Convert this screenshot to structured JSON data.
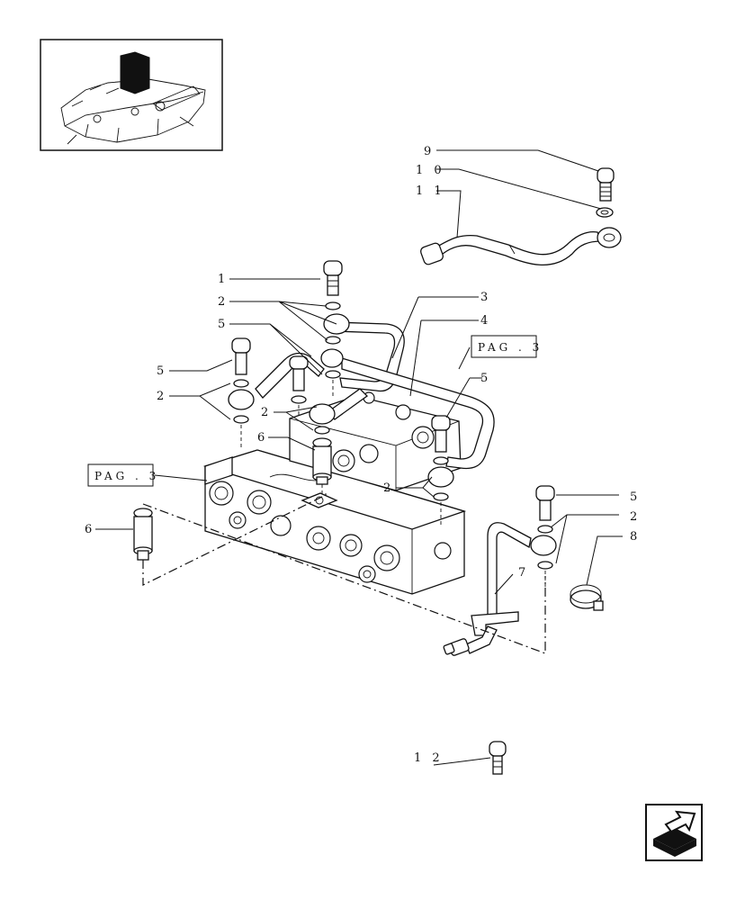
{
  "page_refs": [
    {
      "id": "pag-ref-upper",
      "label": "PAG . 3"
    },
    {
      "id": "pag-ref-lower",
      "label": "PAG . 3"
    }
  ],
  "callouts": [
    {
      "id": "c-9",
      "label": "9"
    },
    {
      "id": "c-10",
      "label": "1 0"
    },
    {
      "id": "c-11",
      "label": "1 1"
    },
    {
      "id": "c-1",
      "label": "1"
    },
    {
      "id": "c-2a",
      "label": "2"
    },
    {
      "id": "c-5a",
      "label": "5"
    },
    {
      "id": "c-3",
      "label": "3"
    },
    {
      "id": "c-4",
      "label": "4"
    },
    {
      "id": "c-5b",
      "label": "5"
    },
    {
      "id": "c-2b",
      "label": "2"
    },
    {
      "id": "c-5c",
      "label": "5"
    },
    {
      "id": "c-2c",
      "label": "2"
    },
    {
      "id": "c-6a",
      "label": "6"
    },
    {
      "id": "c-2d",
      "label": "2"
    },
    {
      "id": "c-6b",
      "label": "6"
    },
    {
      "id": "c-5d",
      "label": "5"
    },
    {
      "id": "c-2e",
      "label": "2"
    },
    {
      "id": "c-8",
      "label": "8"
    },
    {
      "id": "c-7",
      "label": "7"
    },
    {
      "id": "c-12",
      "label": "1 2"
    }
  ],
  "icons": {
    "thumbnail": "assembly-location-thumbnail",
    "nav": "next-page-arrow-icon"
  },
  "colors": {
    "line": "#111111",
    "background": "#ffffff"
  }
}
